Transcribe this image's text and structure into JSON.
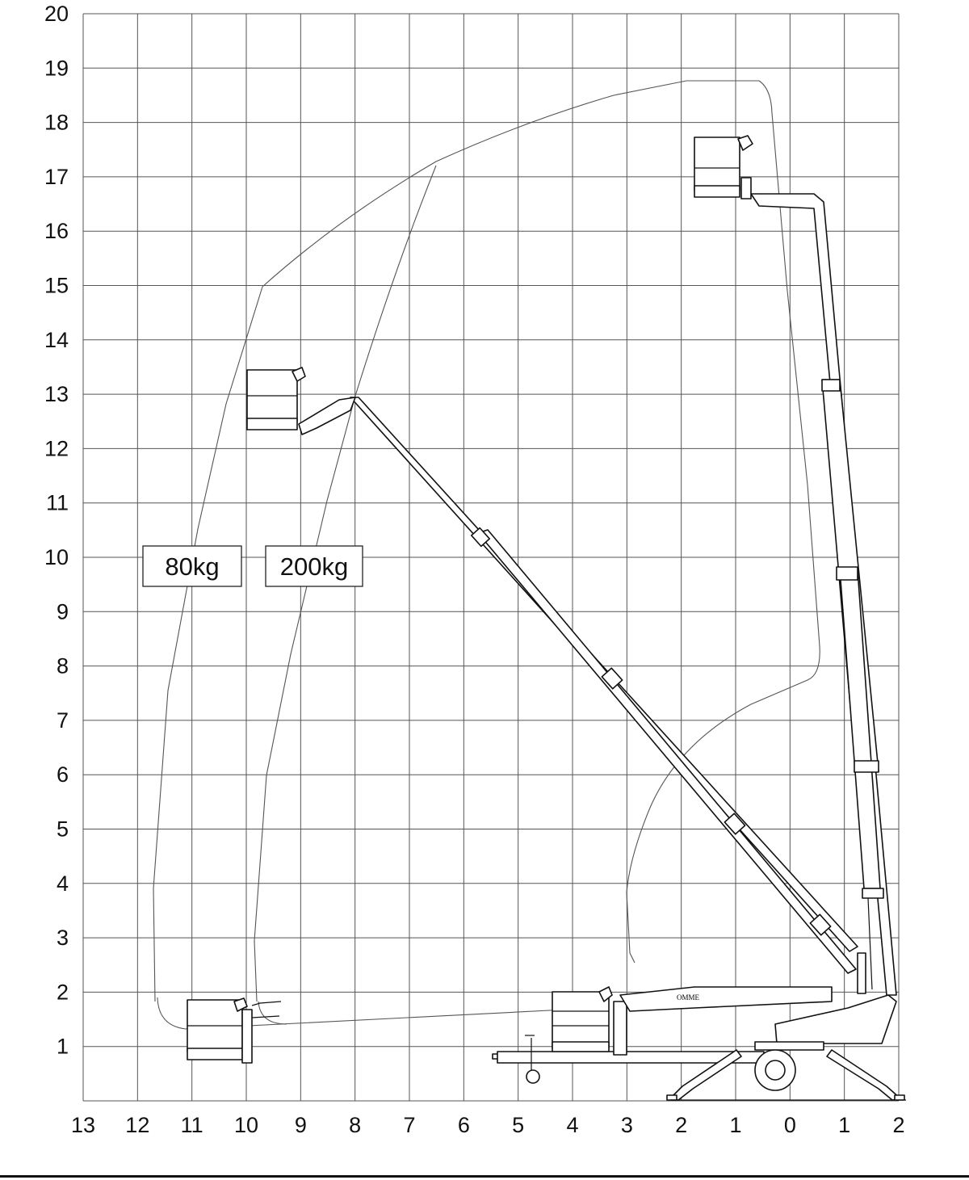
{
  "chart_data": {
    "type": "diagram",
    "x_ticks": [
      "13",
      "12",
      "11",
      "10",
      "9",
      "8",
      "7",
      "6",
      "5",
      "4",
      "3",
      "2",
      "1",
      "0",
      "1",
      "2"
    ],
    "y_ticks": [
      "1",
      "2",
      "3",
      "4",
      "5",
      "6",
      "7",
      "8",
      "9",
      "10",
      "11",
      "12",
      "13",
      "14",
      "15",
      "16",
      "17",
      "18",
      "19",
      "20"
    ],
    "y_range": [
      0,
      20
    ],
    "grid": true,
    "load_labels": [
      {
        "text": "80kg"
      },
      {
        "text": "200kg"
      }
    ],
    "machine_brand": "OMME"
  }
}
